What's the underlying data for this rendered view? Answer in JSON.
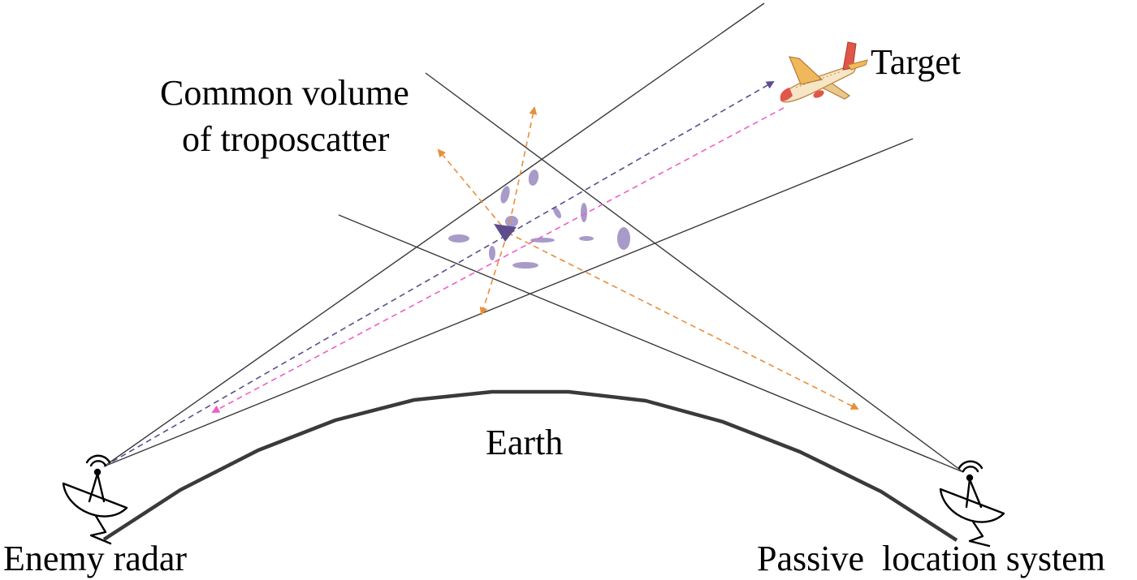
{
  "labels": {
    "target": "Target",
    "common_volume_line1": "Common volume",
    "common_volume_line2": "of troposcatter",
    "earth": "Earth",
    "enemy_radar": "Enemy radar",
    "passive_location_system": "Passive  location system"
  },
  "colors": {
    "beam_lines": "#3a3a3a",
    "earth_curve": "#3a3a3a",
    "radar_to_target_ray": "#5c4d8c",
    "target_to_radar_ray": "#ee5fc8",
    "scatter_rays": "#e88f3a",
    "scatter_particles": "#a89ac9",
    "aircraft_body": "#f6e6c6",
    "aircraft_accent": "#e2564a"
  },
  "icons": {
    "enemy_radar": "satellite-dish-icon",
    "passive_location_system": "satellite-dish-icon",
    "target": "airplane-icon"
  }
}
